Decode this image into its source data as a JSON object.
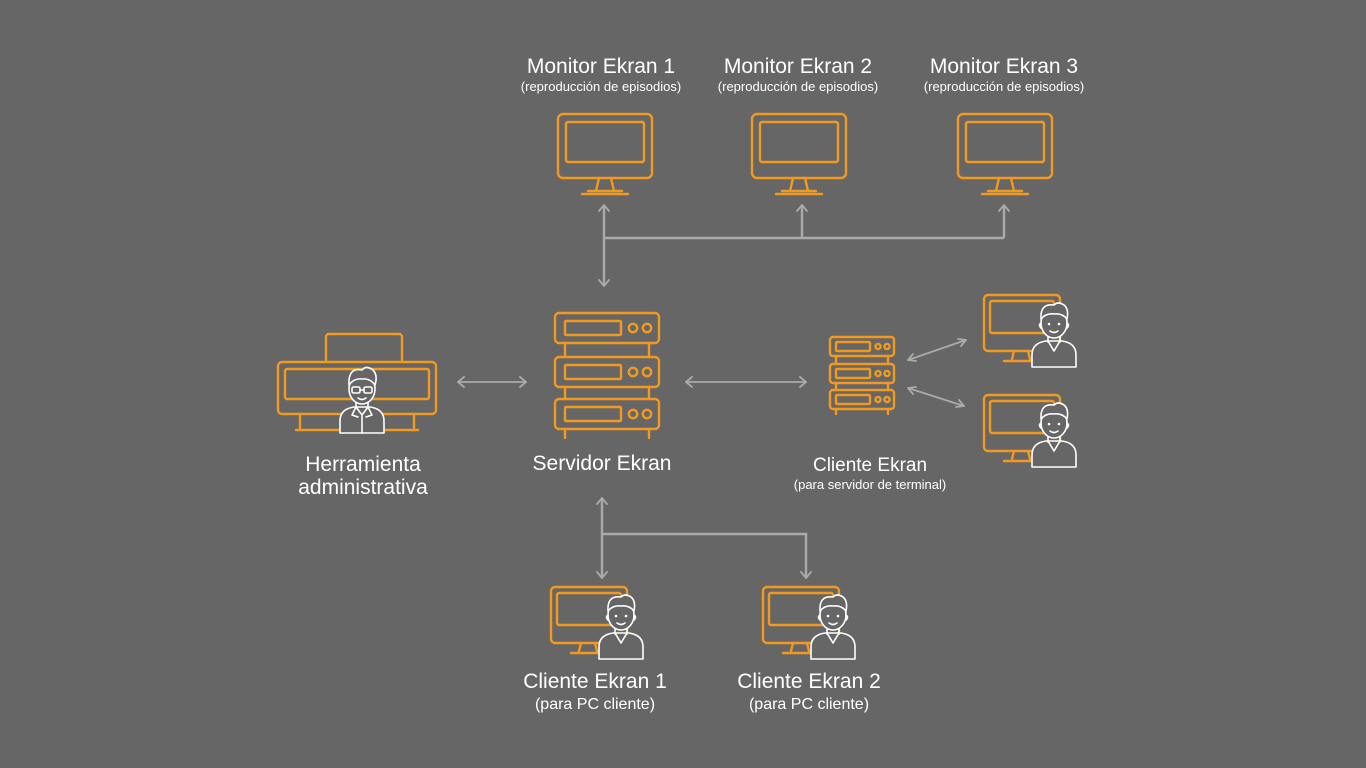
{
  "monitors": [
    {
      "title": "Monitor Ekran 1",
      "subtitle": "(reproducción de episodios)"
    },
    {
      "title": "Monitor Ekran 2",
      "subtitle": "(reproducción de episodios)"
    },
    {
      "title": "Monitor Ekran 3",
      "subtitle": "(reproducción de episodios)"
    }
  ],
  "admin_tool": {
    "line1": "Herramienta",
    "line2": "administrativa"
  },
  "server": {
    "title": "Servidor Ekran"
  },
  "terminal_client": {
    "title": "Cliente Ekran",
    "subtitle": "(para servidor de terminal)"
  },
  "pc_clients": [
    {
      "title": "Cliente Ekran 1",
      "subtitle": "(para PC cliente)"
    },
    {
      "title": "Cliente Ekran 2",
      "subtitle": "(para PC cliente)"
    }
  ],
  "colors": {
    "background": "#666666",
    "accent": "#f29a1f",
    "connector": "#aaaaaa",
    "text": "#ffffff"
  },
  "icons": [
    "monitor-icon",
    "server-icon",
    "user-icon",
    "double-arrow-icon"
  ]
}
